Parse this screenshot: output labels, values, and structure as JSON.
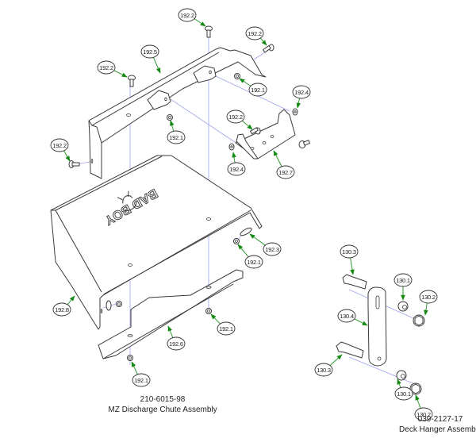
{
  "assemblies": [
    {
      "part_number": "210-6015-98",
      "name": "MZ Discharge Chute Assembly",
      "callouts": [
        "192.1",
        "192.1",
        "192.1",
        "192.1",
        "192.1",
        "192.2",
        "192.2",
        "192.2",
        "192.2",
        "192.2",
        "192.3",
        "192.4",
        "192.4",
        "192.5",
        "192.6",
        "192.7",
        "192.8"
      ]
    },
    {
      "part_number": "039-2127-17",
      "name": "Deck Hanger Assembly",
      "callouts": [
        "130.1",
        "130.1",
        "130.2",
        "130.2",
        "130.3",
        "130.3",
        "130.4"
      ]
    }
  ],
  "logo_text": "BAD BOY",
  "colors": {
    "leader": "#2e9b2e",
    "axis": "#9da3f0",
    "outline": "#3a3a3a"
  }
}
